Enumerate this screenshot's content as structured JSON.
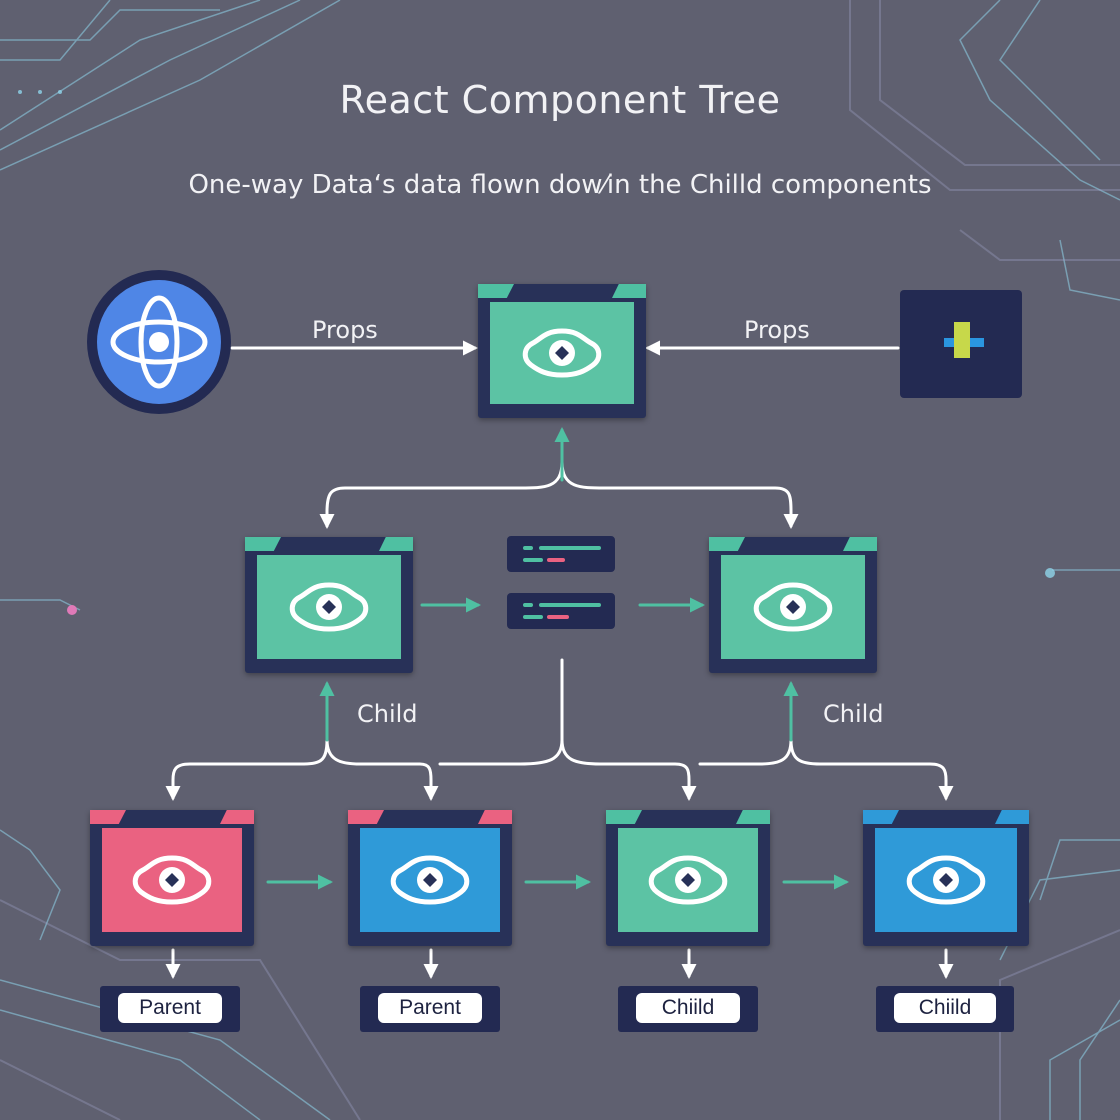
{
  "title": "React Component Tree",
  "subtitle": "One-way Data‘s data flown dow⁄in the Chilld components",
  "labels": {
    "props_left": "Props",
    "props_right": "Props",
    "child_left": "Child",
    "child_right": "Child"
  },
  "bottom_tags": [
    "Parent",
    "Parent",
    "Chiild",
    "Chiild"
  ],
  "colors": {
    "background": "#5f6070",
    "navy": "#283158",
    "teal": "#5cc3a4",
    "pink": "#ea6281",
    "blue": "#2f9ad8",
    "react_blue": "#4f86e6",
    "arrow_white": "#ffffff",
    "arrow_teal": "#4fc0a2",
    "circuit": "#7fd0e8"
  },
  "icons": {
    "react": "react-atom-icon",
    "plus": "plus-icon",
    "component": "component-shape-icon"
  }
}
